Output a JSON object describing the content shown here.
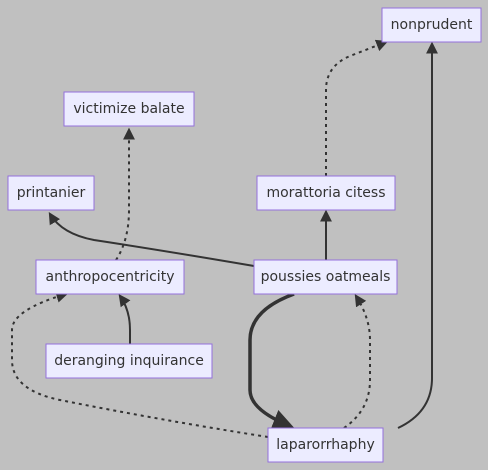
{
  "nodes": {
    "nonprudent": "nonprudent",
    "victimize_balate": "victimize balate",
    "printanier": "printanier",
    "morattoria_citess": "morattoria citess",
    "anthropocentricity": "anthropocentricity",
    "poussies_oatmeals": "poussies oatmeals",
    "deranging_inquirance": "deranging inquirance",
    "laparorrhaphy": "laparorrhaphy"
  },
  "edges": [
    {
      "from": "morattoria_citess",
      "to": "nonprudent",
      "style": "dotted"
    },
    {
      "from": "anthropocentricity",
      "to": "victimize_balate",
      "style": "dotted"
    },
    {
      "from": "poussies_oatmeals",
      "to": "printanier",
      "style": "normal"
    },
    {
      "from": "poussies_oatmeals",
      "to": "morattoria_citess",
      "style": "normal"
    },
    {
      "from": "deranging_inquirance",
      "to": "anthropocentricity",
      "style": "normal"
    },
    {
      "from": "poussies_oatmeals",
      "to": "laparorrhaphy",
      "style": "thick"
    },
    {
      "from": "laparorrhaphy",
      "to": "poussies_oatmeals",
      "style": "dotted"
    },
    {
      "from": "laparorrhaphy",
      "to": "anthropocentricity",
      "style": "dotted"
    },
    {
      "from": "laparorrhaphy",
      "to": "nonprudent",
      "style": "normal"
    }
  ],
  "colors": {
    "background": "#c0c0c0",
    "node_fill": "#ececff",
    "node_border": "#9370db",
    "edge": "#333333",
    "text": "#333333"
  }
}
